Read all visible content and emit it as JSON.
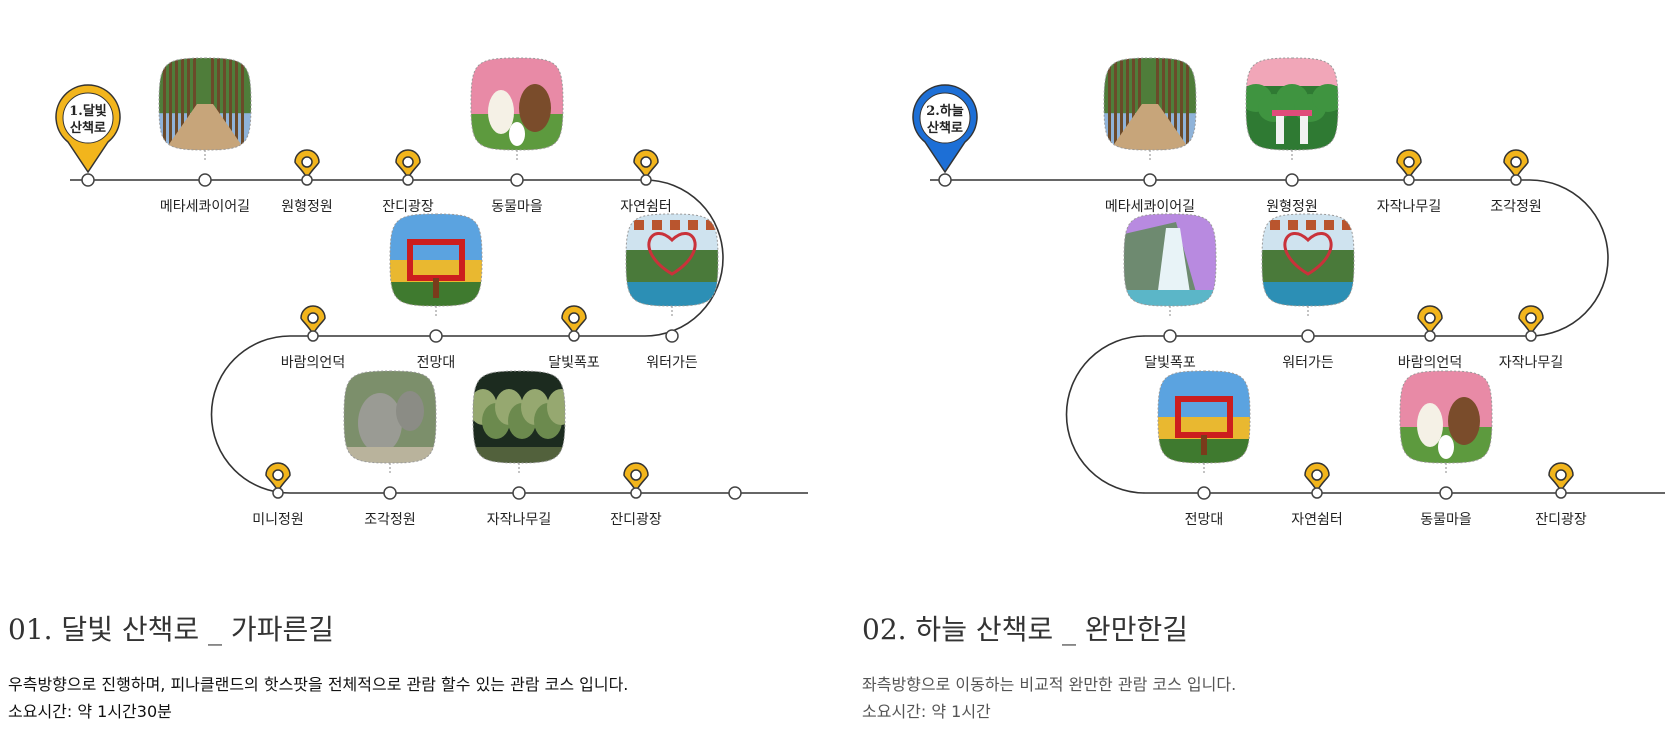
{
  "courses": [
    {
      "title": "01. 달빛 산책로 _ 가파른길",
      "description": "우측방향으로 진행하며, 피나클랜드의 핫스팟을 전체적으로 관람 할수 있는 관람 코스 입니다.",
      "duration": "소요시간: 약 1시간30분",
      "start_marker": {
        "line1": "1.달빛",
        "line2": "산책로",
        "color": "#f2b51c"
      },
      "rows": [
        [
          {
            "label": "메타세콰이어길",
            "marker": "photo",
            "photo": "metasequoia"
          },
          {
            "label": "원형정원",
            "marker": "pin"
          },
          {
            "label": "잔디광장",
            "marker": "pin"
          },
          {
            "label": "동물마을",
            "marker": "photo",
            "photo": "animals"
          },
          {
            "label": "자연쉼터",
            "marker": "pin"
          }
        ],
        [
          {
            "label": "바람의언덕",
            "marker": "pin"
          },
          {
            "label": "전망대",
            "marker": "photo",
            "photo": "viewpoint"
          },
          {
            "label": "달빛폭포",
            "marker": "pin"
          },
          {
            "label": "워터가든",
            "marker": "photo",
            "photo": "water-garden"
          }
        ],
        [
          {
            "label": "미니정원",
            "marker": "pin"
          },
          {
            "label": "조각정원",
            "marker": "photo",
            "photo": "sculpture"
          },
          {
            "label": "자작나무길",
            "marker": "photo",
            "photo": "forest"
          },
          {
            "label": "잔디광장",
            "marker": "pin"
          }
        ]
      ]
    },
    {
      "title": "02. 하늘 산책로 _ 완만한길",
      "description": "좌측방향으로 이동하는 비교적 완만한 관람 코스 입니다.",
      "duration": "소요시간: 약 1시간",
      "start_marker": {
        "line1": "2.하늘",
        "line2": "산책로",
        "color": "#1d6fd6"
      },
      "rows": [
        [
          {
            "label": "메타세콰이어길",
            "marker": "photo",
            "photo": "metasequoia"
          },
          {
            "label": "원형정원",
            "marker": "photo",
            "photo": "garden-gate"
          },
          {
            "label": "자작나무길",
            "marker": "pin"
          },
          {
            "label": "조각정원",
            "marker": "pin"
          }
        ],
        [
          {
            "label": "달빛폭포",
            "marker": "photo",
            "photo": "waterfall"
          },
          {
            "label": "워터가든",
            "marker": "photo",
            "photo": "water-garden"
          },
          {
            "label": "바람의언덕",
            "marker": "pin"
          },
          {
            "label": "자작나무길",
            "marker": "pin"
          }
        ],
        [
          {
            "label": "전망대",
            "marker": "photo",
            "photo": "viewpoint"
          },
          {
            "label": "자연쉼터",
            "marker": "pin"
          },
          {
            "label": "동물마을",
            "marker": "photo",
            "photo": "animals"
          },
          {
            "label": "잔디광장",
            "marker": "pin"
          }
        ]
      ]
    }
  ],
  "colors": {
    "pin_fill": "#f2b51c",
    "route_line": "#333333",
    "text": "#222222"
  }
}
